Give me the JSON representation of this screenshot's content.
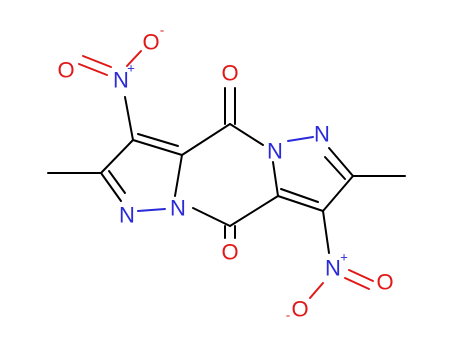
{
  "molecule": {
    "atoms": {
      "n_nitro_top": "N",
      "n_nitro_top_charge": "+",
      "o_nitro_top_double": "O",
      "o_nitro_top_single": "O",
      "o_nitro_top_charge": "-",
      "o_carbonyl_top": "O",
      "n_ring_right": "N",
      "n_ring_right_bridge": "N",
      "n_ring_left": "N",
      "n_ring_left_bridge": "N",
      "o_carbonyl_bottom": "O",
      "n_nitro_bottom": "N",
      "n_nitro_bottom_charge": "+",
      "o_nitro_bottom_double": "O",
      "o_nitro_bottom_single": "O",
      "o_nitro_bottom_charge": "-"
    },
    "colors": {
      "carbon_bond": "#000000",
      "nitrogen": "#2a2ad8",
      "oxygen": "#e01818"
    }
  }
}
